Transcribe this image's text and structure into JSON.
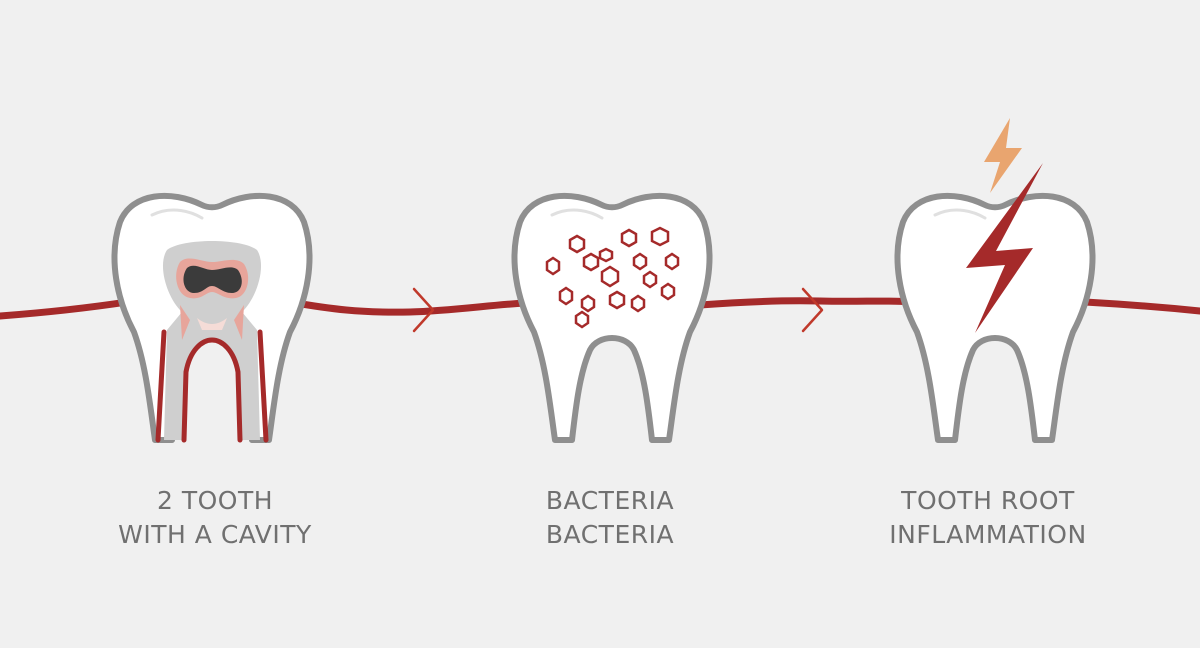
{
  "stages": [
    {
      "line1": "2 TOOTH",
      "line2": "WITH A CAVITY"
    },
    {
      "line1": "BACTERIA",
      "line2": "BACTERIA"
    },
    {
      "line1": "TOOTH ROOT",
      "line2": "INFLAMMATION"
    }
  ],
  "colors": {
    "background": "#f0f0f0",
    "outline": "#8f8f8f",
    "accent": "#a52a2a",
    "decay": "#c9c9c9",
    "cavity": "#3b3b3b",
    "pink": "#e7a59b",
    "bolt_small": "#e9a56f",
    "text": "#707070"
  },
  "icons": [
    "tooth-cavity-icon",
    "tooth-bacteria-icon",
    "tooth-inflammation-icon",
    "lightning-icon",
    "arrow-right-icon"
  ]
}
